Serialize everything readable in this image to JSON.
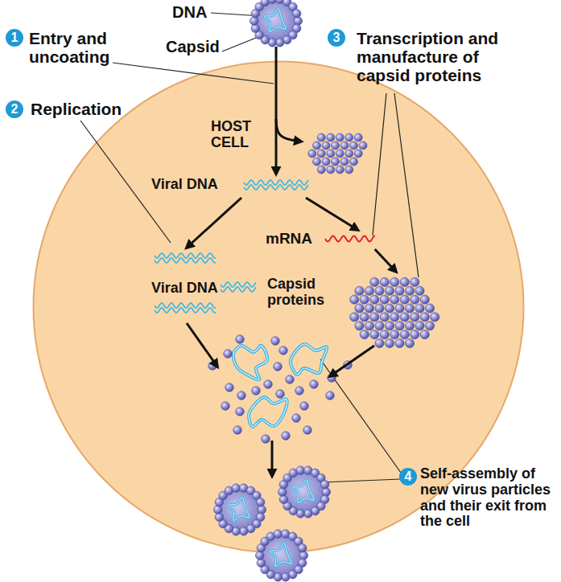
{
  "diagram": {
    "nodes": [
      {
        "text": [
          "DNA",
          "Capsid"
        ]
      },
      {
        "text": [
          "HOST CELL"
        ]
      },
      {
        "text": [
          "Viral DNA"
        ],
        "in": 1
      },
      {
        "text": [
          "Viral DNA"
        ],
        "in": 1
      },
      {
        "text": [
          "mRNA"
        ],
        "in": 1
      },
      {
        "text": [
          "Capsid proteins"
        ],
        "in": 1
      }
    ],
    "edges": [
      {
        "from": 0,
        "to": 2,
        "arrow": "to"
      },
      {
        "from": 2,
        "to": 3,
        "arrow": "to"
      },
      {
        "from": 2,
        "to": 4,
        "arrow": "to"
      },
      {
        "from": 4,
        "to": 5,
        "arrow": "to"
      }
    ],
    "labels": [
      "1",
      "Entry and uncoating",
      "2",
      "Replication",
      "3",
      "Transcription and manufacture of capsid proteins",
      "4",
      "Self-assembly of new virus particles and their exit from the cell"
    ]
  }
}
